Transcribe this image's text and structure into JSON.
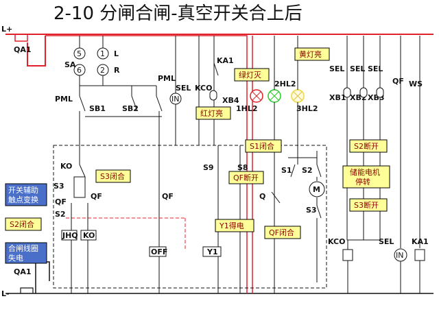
{
  "title": "2-10   分闸合闸-真空开关合上后",
  "bus": {
    "pos": "L+",
    "neg": "L-"
  },
  "labels": {
    "qa1_top": "QA1",
    "qa1_bot": "QA1",
    "sa": "SA",
    "l": "L",
    "r": "R",
    "n5": "5",
    "n1": "1",
    "n6": "6",
    "n2": "2",
    "pml1": "PML",
    "pml2": "PML",
    "sb1": "SB1",
    "sb2": "SB2",
    "ko1": "KO",
    "ko2": "KO",
    "s3": "S3",
    "qf1": "QF",
    "qf2": "QF",
    "qf3": "QF",
    "s2": "S2",
    "jhq": "JHQ",
    "off": "OFF",
    "y1": "Y1",
    "sel1": "SEL",
    "in1": "IN",
    "kco1": "KCO",
    "xb4": "XB4",
    "ka1": "KA1",
    "s9": "S9",
    "s8": "S8",
    "hl1": "1HL2",
    "hl2": "2HL2",
    "hl3": "3HL2",
    "s1": "S1",
    "s2r": "S2",
    "s3r": "S3",
    "m": "M",
    "q": "Q",
    "sel2": "SEL",
    "sel3": "SEL",
    "sel4": "SEL",
    "xb1": "XB1",
    "xb2": "XB2",
    "xb3": "XB3",
    "qf4": "QF",
    "ws": "WS",
    "kco2": "KCO",
    "sel5": "SEL",
    "in2": "IN",
    "ka12": "KA1"
  },
  "callouts": {
    "s3_close": "S3闭合",
    "aux_change_1": "开关辅助",
    "aux_change_2": "触点变换",
    "s2_close": "S2闭合",
    "coil_1": "合闸线圈",
    "coil_2": "失电",
    "green_off": "绿灯灭",
    "red_on": "红灯亮",
    "yellow_on": "黄灯亮",
    "s1_close": "S1闭合",
    "qf_open": "QF断开",
    "y1_on": "Y1得电",
    "qf_close": "QF闭合",
    "s2_open": "S2断开",
    "motor_1": "储能电机",
    "motor_2": "停转",
    "s3_open": "S3断开"
  },
  "colors": {
    "bus": "#e0202a",
    "wire": "#111111",
    "highlight": "#e0202a",
    "green_lamp": "#22cc22",
    "yellow_lamp": "#f0e060"
  }
}
